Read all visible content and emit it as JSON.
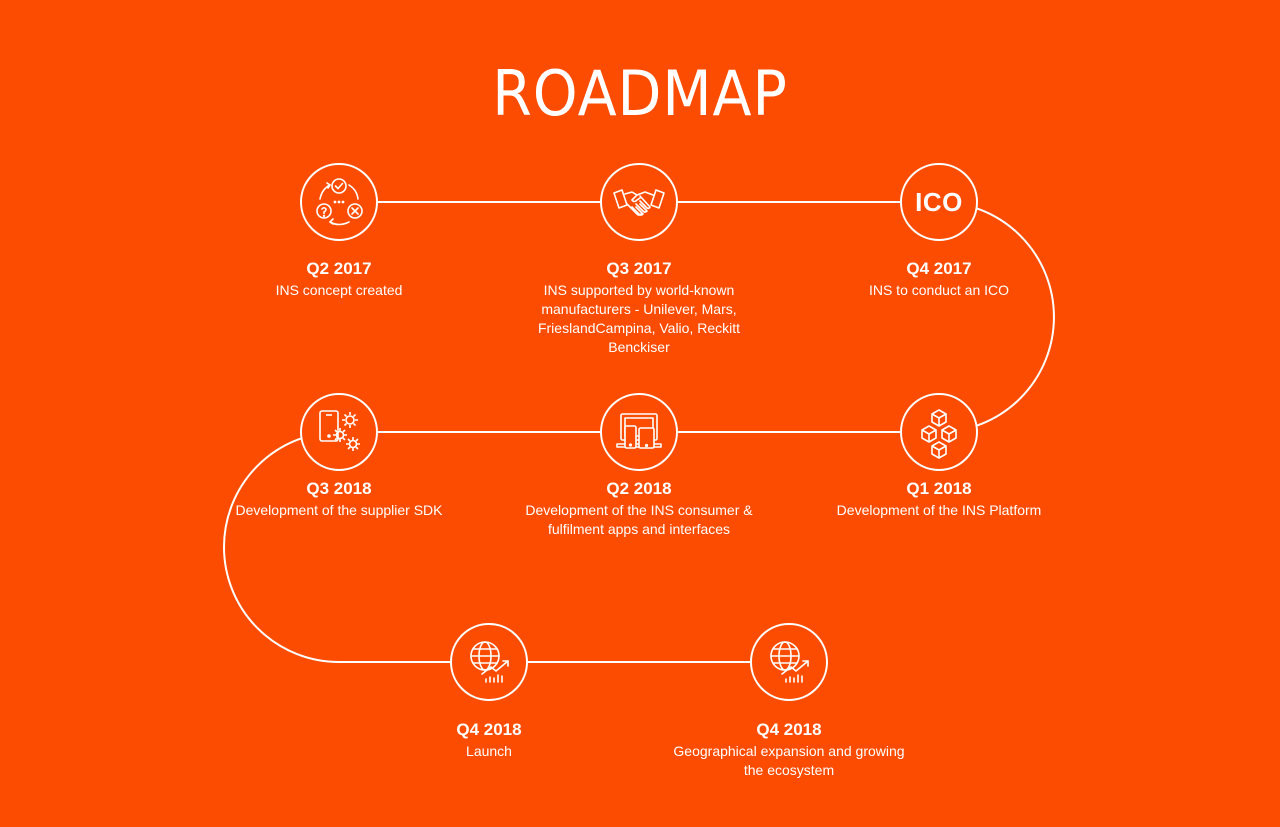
{
  "title": "ROADMAP",
  "colors": {
    "background": "#fc4c02",
    "foreground": "#ffffff"
  },
  "milestones": [
    {
      "date": "Q2 2017",
      "description": "INS concept created",
      "icon": "process-cycle-icon"
    },
    {
      "date": "Q3 2017",
      "description": "INS supported by world-known manufacturers - Unilever, Mars, FrieslandCampina, Valio, Reckitt Benckiser",
      "icon": "handshake-icon"
    },
    {
      "date": "Q4 2017",
      "description": "INS to conduct an ICO",
      "icon": "ico-icon",
      "icon_label": "ICO"
    },
    {
      "date": "Q1 2018",
      "description": "Development of the INS Platform",
      "icon": "blocks-icon"
    },
    {
      "date": "Q2 2018",
      "description": "Development of the INS consumer & fulfilment apps and interfaces",
      "icon": "devices-icon"
    },
    {
      "date": "Q3 2018",
      "description": "Development of the supplier SDK",
      "icon": "phone-gears-icon"
    },
    {
      "date": "Q4 2018",
      "description": "Launch",
      "icon": "globe-growth-icon"
    },
    {
      "date": "Q4 2018",
      "description": "Geographical expansion and growing the ecosystem",
      "icon": "globe-growth-icon"
    }
  ]
}
